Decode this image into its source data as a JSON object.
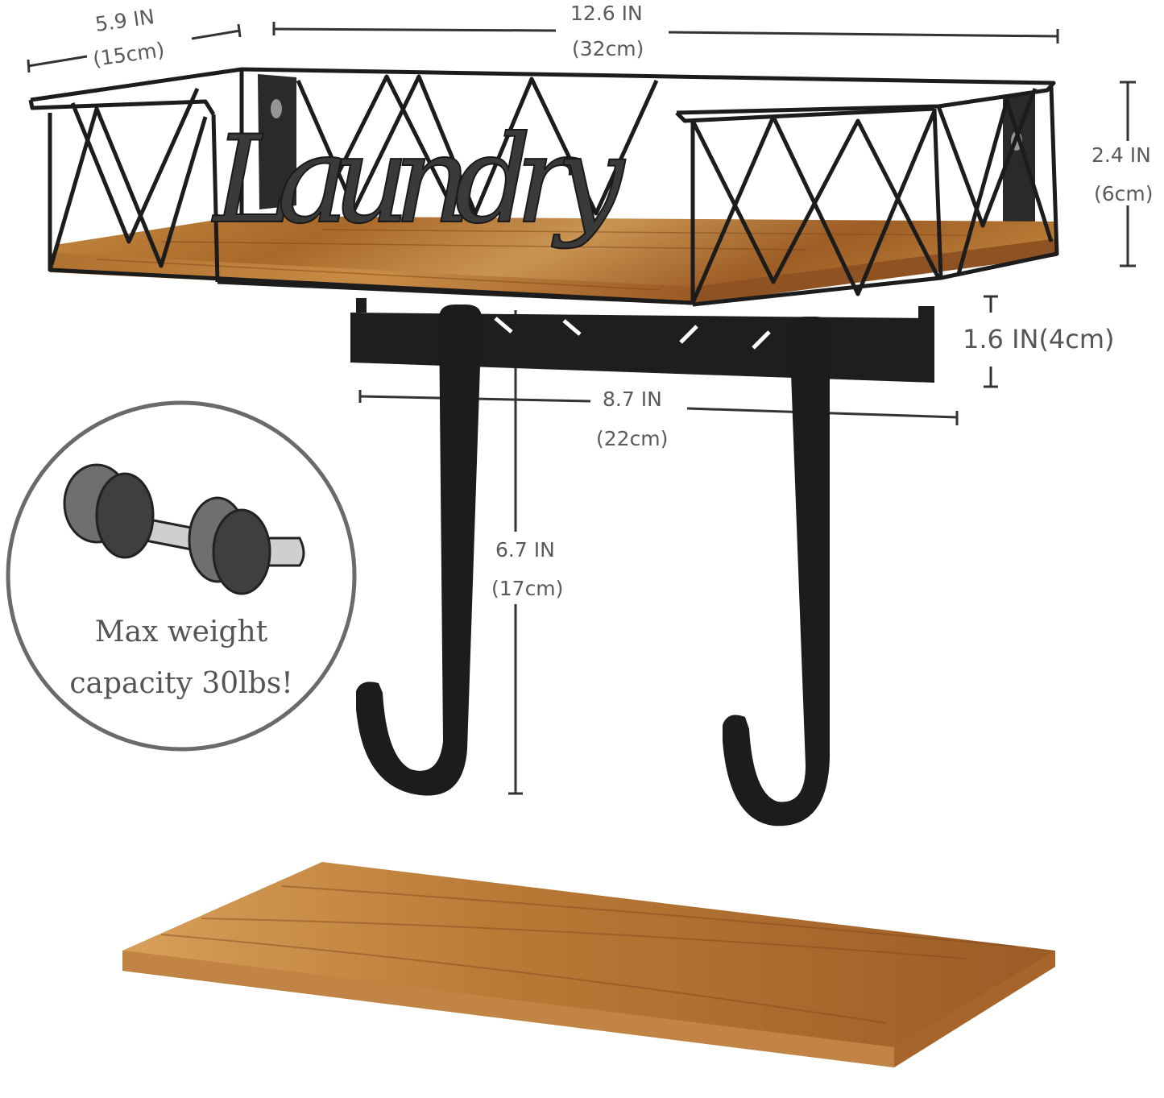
{
  "dimensions": {
    "depth": {
      "inches": "5.9 IN",
      "cm": "(15cm)"
    },
    "width": {
      "inches": "12.6 IN",
      "cm": "(32cm)"
    },
    "height": {
      "inches": "2.4 IN",
      "cm": "(6cm)"
    },
    "rail_height": {
      "text": "1.6 IN(4cm)"
    },
    "rail_width": {
      "inches": "8.7 IN",
      "cm": "(22cm)"
    },
    "hook_length": {
      "inches": "6.7 IN",
      "cm": "(17cm)"
    }
  },
  "sign_text": "Laundry",
  "badge": {
    "line1": "Max weight",
    "line2": "capacity 30lbs!",
    "icon": "dumbbell-icon"
  },
  "colors": {
    "metal": "#1c1c1c",
    "wood": "#b5742e",
    "label": "#5a5a5a",
    "badge_ring": "#6a6a6a"
  }
}
